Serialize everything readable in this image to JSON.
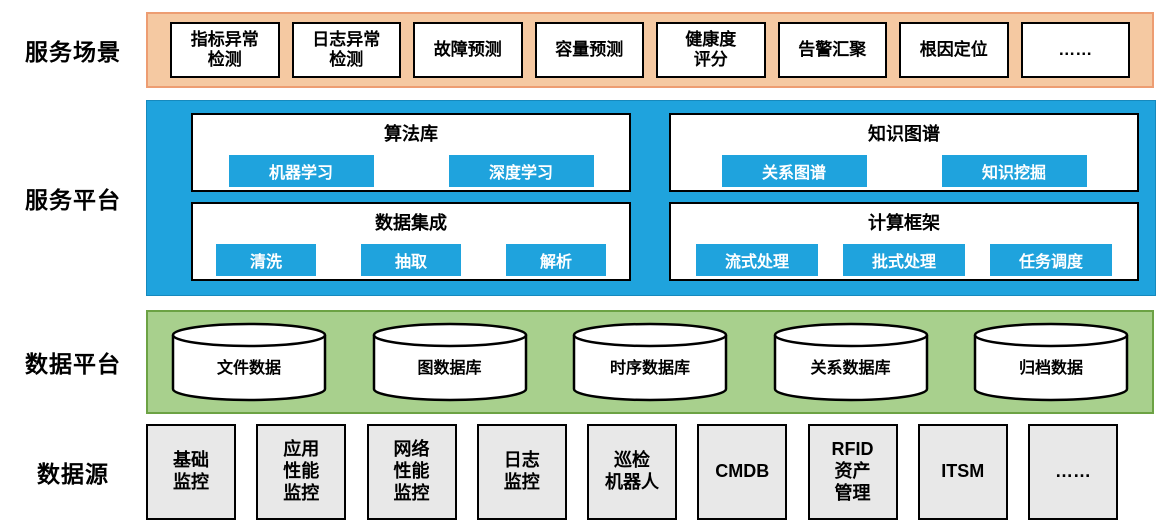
{
  "rows": {
    "scenarios": {
      "label": "服务场景",
      "items": [
        "指标异常\n检测",
        "日志异常\n检测",
        "故障预测",
        "容量预测",
        "健康度\n评分",
        "告警汇聚",
        "根因定位",
        "……"
      ]
    },
    "platform": {
      "label": "服务平台",
      "panels": [
        {
          "title": "算法库",
          "buttons": [
            "机器学习",
            "深度学习"
          ]
        },
        {
          "title": "知识图谱",
          "buttons": [
            "关系图谱",
            "知识挖掘"
          ]
        },
        {
          "title": "数据集成",
          "buttons": [
            "清洗",
            "抽取",
            "解析"
          ]
        },
        {
          "title": "计算框架",
          "buttons": [
            "流式处理",
            "批式处理",
            "任务调度"
          ]
        }
      ]
    },
    "data_platform": {
      "label": "数据平台",
      "databases": [
        "文件数据",
        "图数据库",
        "时序数据库",
        "关系数据库",
        "归档数据"
      ]
    },
    "data_sources": {
      "label": "数据源",
      "items": [
        "基础\n监控",
        "应用\n性能\n监控",
        "网络\n性能\n监控",
        "日志\n监控",
        "巡检\n机器人",
        "CMDB",
        "RFID\n资产\n管理",
        "ITSM",
        "……"
      ]
    }
  },
  "colors": {
    "scenario-band-bg": "#F5C9A2",
    "scenario-band-border": "#ED9D72",
    "platform-band-bg": "#1FA3DD",
    "platform-band-border": "#1689BD",
    "chip-bg": "#1FA3DD",
    "data-band-bg": "#A8D08D",
    "data-band-border": "#6CA244",
    "source-box-bg": "#E8E8E8",
    "box-border": "#000000"
  }
}
